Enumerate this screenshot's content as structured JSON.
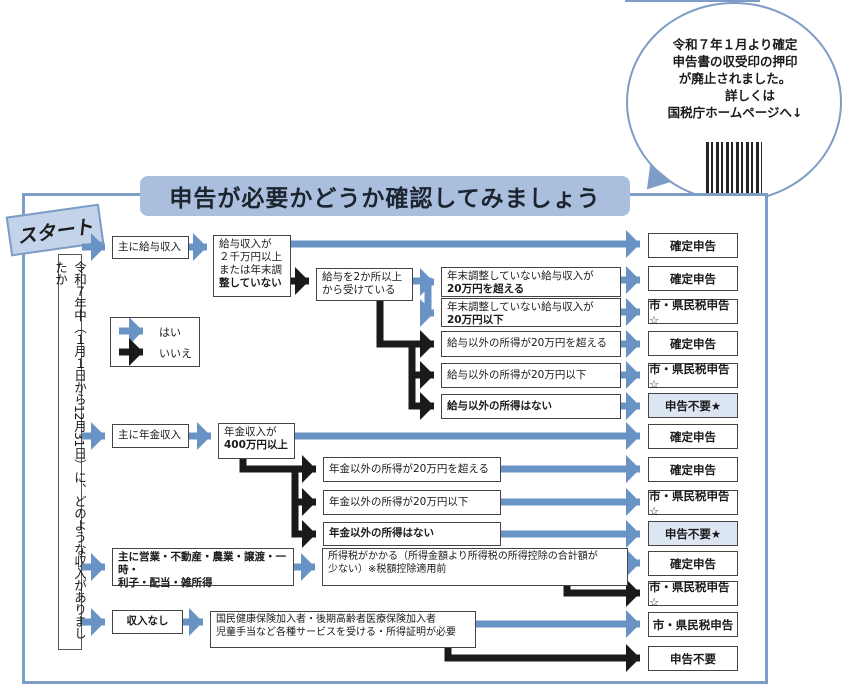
{
  "title": "申告が必要かどうか確認してみましょう",
  "start_label": "スタート",
  "question": "令和７年中（１月１日から12月31日）に、どのような収入がありましたか",
  "notice": {
    "line1": "令和７年１月より確定",
    "line2": "申告書の収受印の押印",
    "line3": "が廃止されました。",
    "line4": "詳しくは",
    "line5": "国税庁ホームページへ↓"
  },
  "legend": {
    "yes": "はい",
    "no": "いいえ"
  },
  "colors": {
    "yes": "#6a93c5",
    "no": "#1a1a1a",
    "frame": "#7d9cc6"
  },
  "salary": {
    "label": "主に給与収入",
    "q1_a": "給与収入が",
    "q1_b": "２千万円以上",
    "q1_c": "または年末調",
    "q1_d": "整していない",
    "q2_a": "給与を2か所以上",
    "q2_b": "から受けている",
    "opt1_a": "年末調整していない給与収入が",
    "opt1_b": "20万円を超える",
    "opt2_a": "年末調整していない給与収入が",
    "opt2_b": "20万円以下",
    "opt3": "給与以外の所得が20万円を超える",
    "opt4": "給与以外の所得が20万円以下",
    "opt5": "給与以外の所得はない"
  },
  "pension": {
    "label": "主に年金収入",
    "q1_a": "年金収入が",
    "q1_b": "400万円以上",
    "opt1": "年金以外の所得が20万円を超える",
    "opt2": "年金以外の所得が20万円以下",
    "opt3": "年金以外の所得はない"
  },
  "business": {
    "label_a": "主に営業・不動産・農業・譲渡・一時・",
    "label_b": "利子・配当・雑所得",
    "q1_a": "所得税がかかる（所得金額より所得税の所得控除の合計額が",
    "q1_b": "少ない）※税額控除適用前"
  },
  "none": {
    "label": "収入なし",
    "q1_a": "国民健康保険加入者・後期高齢者医療保険加入者",
    "q1_b": "児童手当など各種サービスを受ける・所得証明が必要"
  },
  "results": [
    "確定申告",
    "確定申告",
    "市・県民税申告☆",
    "確定申告",
    "市・県民税申告☆",
    "申告不要★",
    "確定申告",
    "確定申告",
    "市・県民税申告☆",
    "申告不要★",
    "確定申告",
    "市・県民税申告☆",
    "市・県民税申告",
    "申告不要"
  ]
}
